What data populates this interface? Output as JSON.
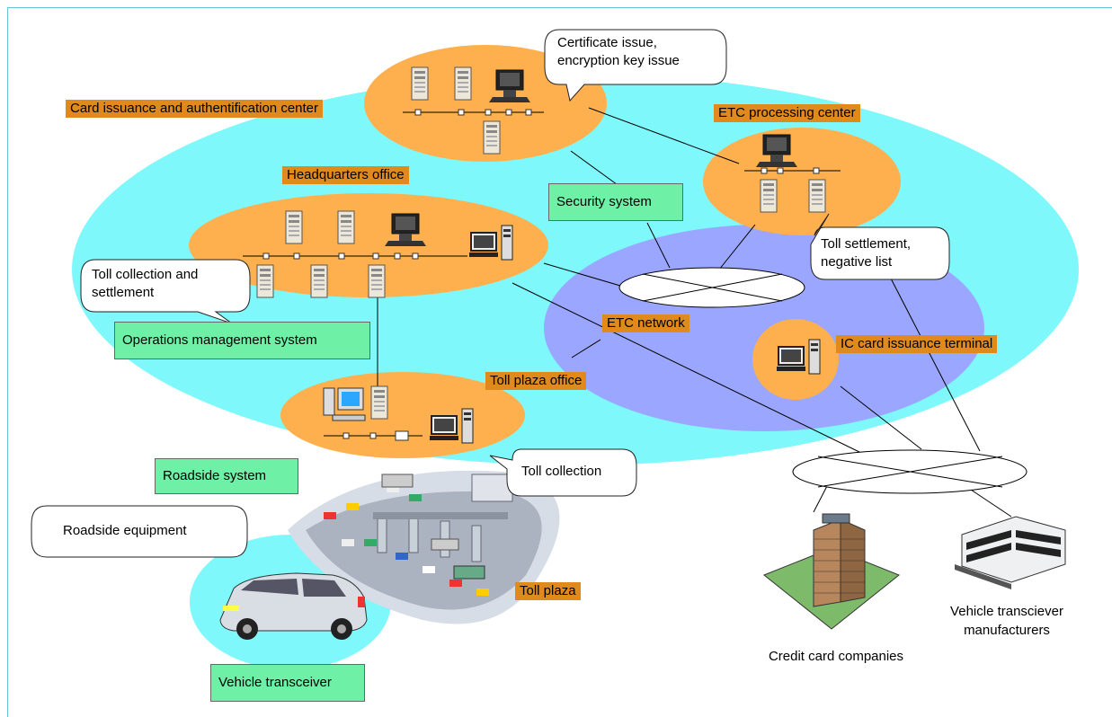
{
  "callouts": {
    "certificate": "Certificate issue,\nencryption key issue",
    "toll_collection_settlement": "Toll collection and\nsettlement",
    "toll_settlement_negative": "Toll settlement,\nnegative list",
    "toll_collection": "Toll collection",
    "roadside_equipment": "Roadside equipment"
  },
  "orange_labels": {
    "card_center": "Card issuance and authentification center",
    "etc_processing": "ETC processing center",
    "headquarters": "Headquarters office",
    "etc_network": "ETC network",
    "ic_card_terminal": "IC card issuance terminal",
    "toll_plaza_office": "Toll plaza office",
    "toll_plaza": "Toll plaza"
  },
  "green_labels": {
    "security": "Security system",
    "operations": "Operations management system",
    "roadside_system": "Roadside system",
    "vehicle_transceiver": "Vehicle transceiver"
  },
  "external": {
    "credit_card": "Credit card companies",
    "manufacturers": "Vehicle transciever\nmanufacturers"
  },
  "colors": {
    "cyan_region": "#7ef8fb",
    "orange_region": "#ffb04e",
    "purple_region": "#9aa6ff",
    "label_orange": "#e08a1e",
    "label_green": "#6ef0a6"
  },
  "icons": [
    "server-tower-icon",
    "workstation-icon",
    "desktop-pc-icon",
    "car-icon",
    "building-icon",
    "toll-plaza-image"
  ]
}
